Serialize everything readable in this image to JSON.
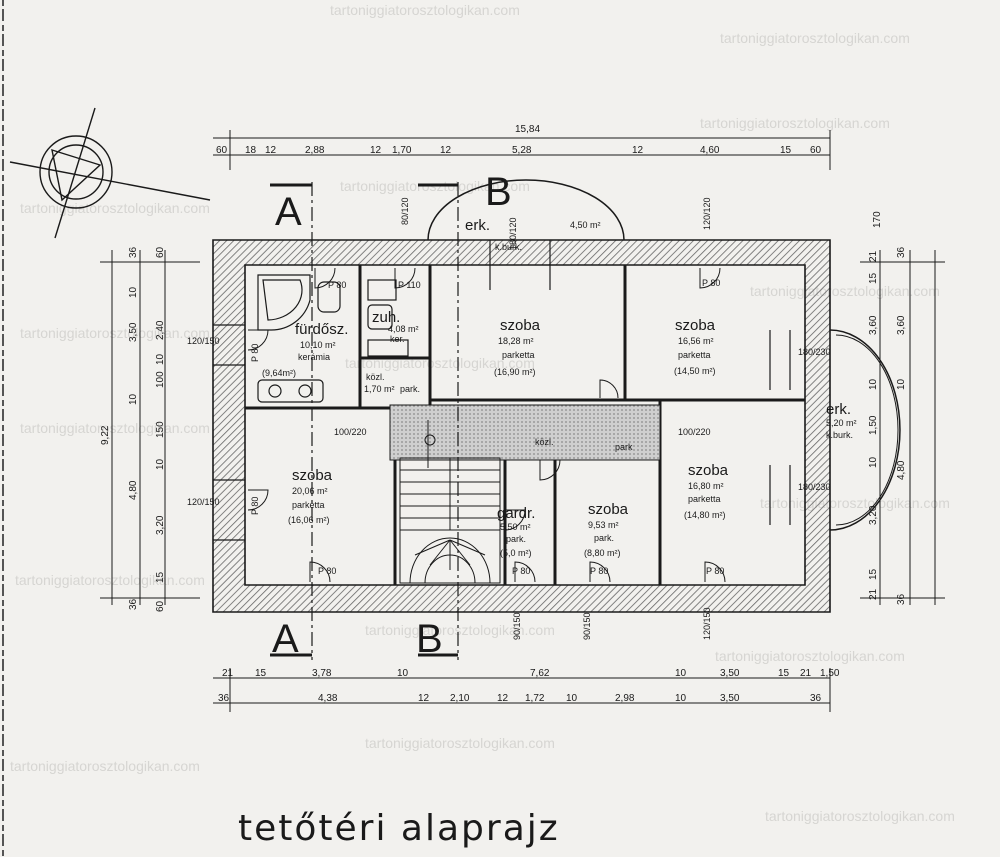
{
  "title": "tetőtéri alaprajz",
  "watermark": "tartoniggiatorosztologikan.com",
  "section_labels": {
    "a": "A",
    "b": "B"
  },
  "rooms": {
    "furdo": {
      "name": "fürdősz.",
      "area": "10,10 m²",
      "floor": "kerámia",
      "extra": "(9,64m²)"
    },
    "zuh": {
      "name": "zuh.",
      "area": "4,08 m²",
      "floor": "ker."
    },
    "kozl_small": {
      "name": "közl.",
      "area": "1,70 m²",
      "floor": "park."
    },
    "szoba_top": {
      "name": "szoba",
      "area": "18,28 m²",
      "floor": "parketta",
      "extra": "(16,90 m²)"
    },
    "szoba_tr": {
      "name": "szoba",
      "area": "16,56 m²",
      "floor": "parketta",
      "extra": "(14,50 m²)"
    },
    "szoba_left": {
      "name": "szoba",
      "area": "20,06 m²",
      "floor": "parketta",
      "extra": "(16,06 m²)"
    },
    "gardrob": {
      "name": "gardr.",
      "area": "5,50 m²",
      "floor": "park.",
      "extra": "(5,0 m²)"
    },
    "szoba_mid": {
      "name": "szoba",
      "area": "9,53 m²",
      "floor": "park.",
      "extra": "(8,80 m²)"
    },
    "szoba_br": {
      "name": "szoba",
      "area": "16,80 m²",
      "floor": "parketta",
      "extra": "(14,80 m²)"
    },
    "kozl_main": {
      "name": "közl.",
      "area": "",
      "floor": "park"
    },
    "erk_top": {
      "name": "erk.",
      "area": "4,50 m²",
      "floor": "k.burk."
    },
    "erk_right": {
      "name": "erk.",
      "area": "5,20 m²",
      "floor": "k.burk."
    }
  },
  "dims_top_total": "15,84",
  "dims_top": [
    "60",
    "18",
    "12",
    "2,88",
    "12",
    "1,70",
    "12",
    "5,28",
    "12",
    "4,60",
    "15",
    "60"
  ],
  "dims_bottom_1": [
    "21",
    "15",
    "3,78",
    "10",
    "7,62",
    "10",
    "3,50",
    "15",
    "21",
    "1,50"
  ],
  "dims_bottom_2": [
    "36",
    "4,38",
    "12",
    "2,10",
    "12",
    "1,72",
    "10",
    "2,98",
    "10",
    "3,50",
    "36"
  ],
  "dims_left_total": "9,22",
  "dims_left": [
    "36",
    "60",
    "10",
    "2,40",
    "3,50",
    "10",
    "100",
    "10",
    "150",
    "10",
    "4,80",
    "3,20",
    "15",
    "36",
    "60"
  ],
  "dims_right": [
    "170",
    "36",
    "21",
    "15",
    "3,60",
    "3,60",
    "10",
    "10",
    "1,50",
    "10",
    "4,80",
    "3,20",
    "15",
    "21",
    "36"
  ],
  "door_labels": [
    "P 80",
    "P 80",
    "P 80",
    "P 80",
    "P 80",
    "P 80",
    "P 80",
    "P 80",
    "P 110"
  ],
  "window_labels": [
    "120/150",
    "120/150",
    "180/230",
    "180/230",
    "100/220",
    "100/220",
    "120/150",
    "90/150",
    "90/150",
    "80/120",
    "180/120",
    "120/120"
  ],
  "colors": {
    "ink": "#1a1a1a",
    "paper": "#f2f1ee",
    "hatch": "#777777",
    "watermark": "#d6d5d2"
  }
}
